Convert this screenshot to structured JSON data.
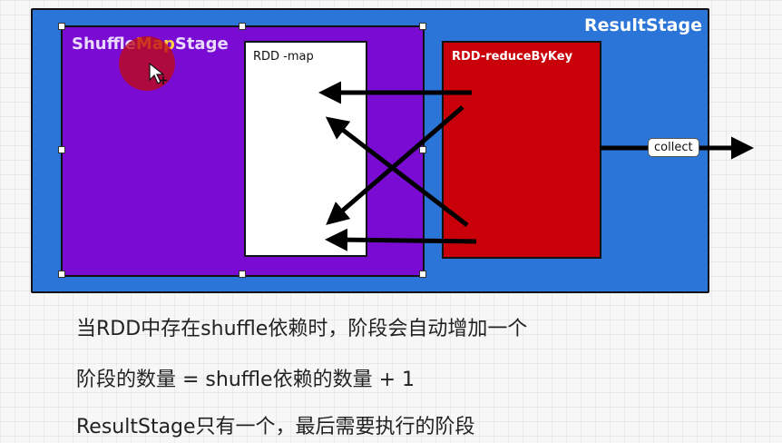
{
  "diagram": {
    "result_stage_label": "ResultStage",
    "shuffle_stage_label_part1": "Shuffle",
    "shuffle_stage_label_highlight": "Map",
    "shuffle_stage_label_part2": "Stage",
    "rdd_map_label": "RDD -map",
    "rdd_reduce_label": "RDD-reduceByKey",
    "collect_label": "collect",
    "colors": {
      "result_stage": "#2b74d8",
      "shuffle_stage": "#7a0bd3",
      "rdd_map": "#ffffff",
      "rdd_reduce": "#c90009",
      "highlight": "#ffd23f"
    },
    "cursor_icon": "move-cursor-icon"
  },
  "captions": {
    "line1": "当RDD中存在shuffle依赖时，阶段会自动增加一个",
    "line2": "阶段的数量 = shuffle依赖的数量 + 1",
    "line3": "ResultStage只有一个，最后需要执行的阶段"
  }
}
